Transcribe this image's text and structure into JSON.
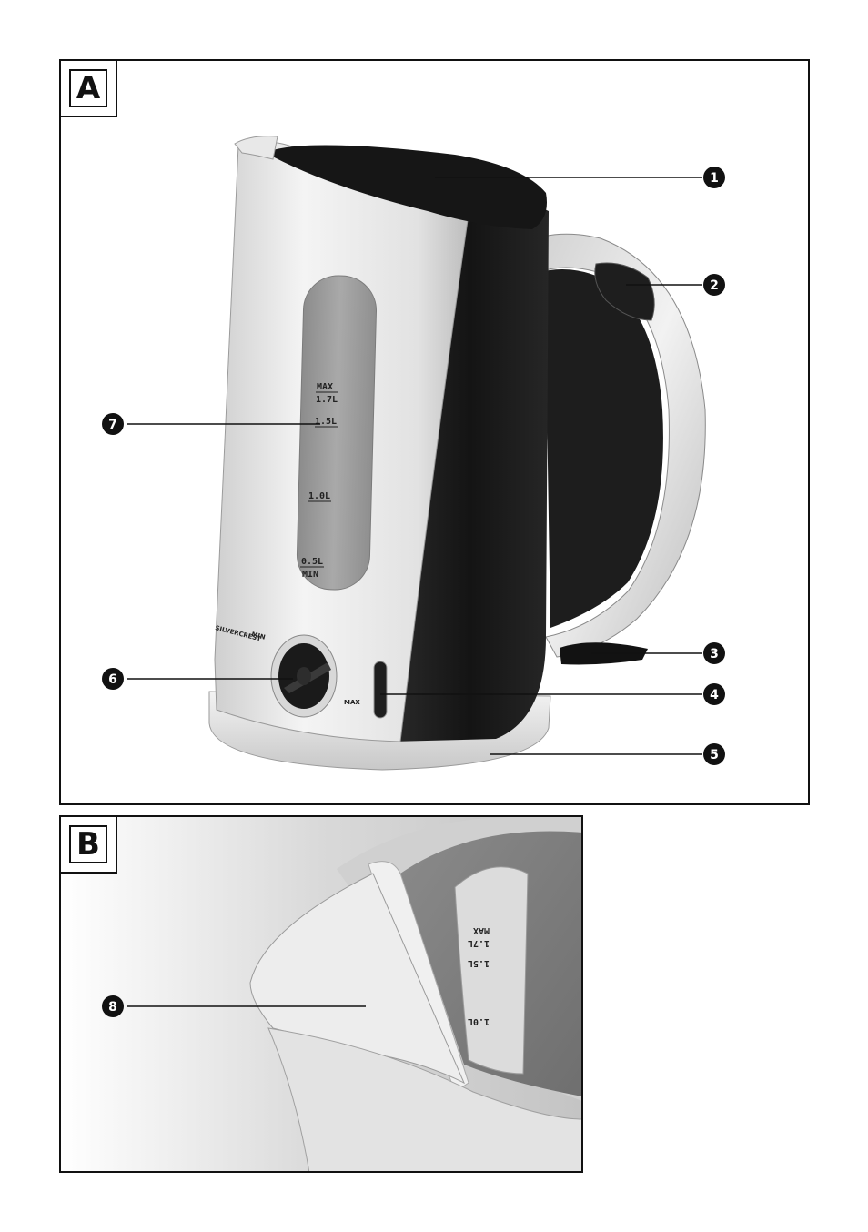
{
  "panels": {
    "a": {
      "label": "A"
    },
    "b": {
      "label": "B"
    }
  },
  "callouts": [
    "1",
    "2",
    "3",
    "4",
    "5",
    "6",
    "7",
    "8"
  ],
  "kettle": {
    "scale_marks": [
      "MAX",
      "1.7L",
      "1.5L",
      "1.0L",
      "0.5L",
      "MIN"
    ],
    "brand": "SILVERCREST",
    "dial_labels": [
      "MIN",
      "MAX"
    ]
  },
  "inner_scale": [
    "MAX",
    "1.7L",
    "1.5L",
    "1.0L"
  ],
  "colors": {
    "kettle_white": "#e9e9e9",
    "kettle_dark": "#1c1c1c",
    "window": "#9a9a9a"
  }
}
